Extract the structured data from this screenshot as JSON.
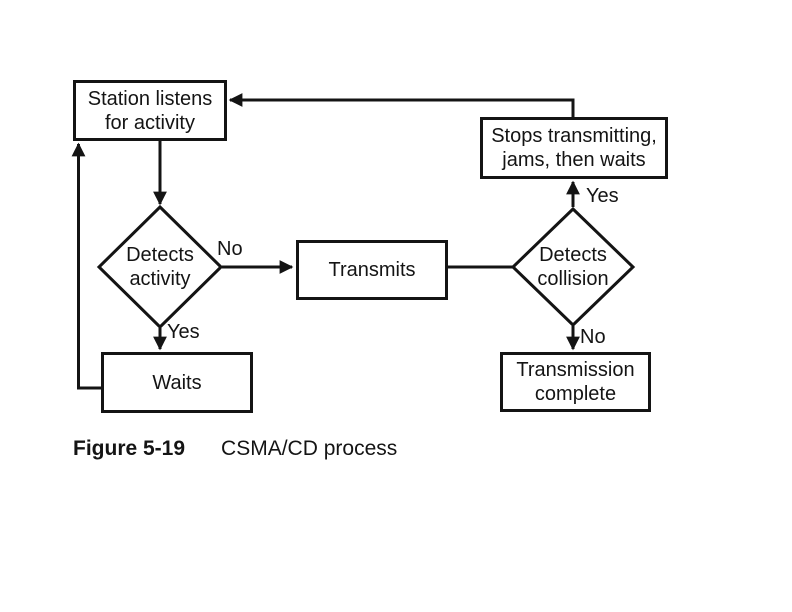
{
  "figure": {
    "caption_label": "Figure 5-19",
    "caption_title": "CSMA/CD process"
  },
  "nodes": {
    "station_listens": {
      "label": "Station listens\nfor activity"
    },
    "detects_activity": {
      "label": "Detects\nactivity"
    },
    "transmits": {
      "label": "Transmits"
    },
    "detects_collision": {
      "label": "Detects\ncollision"
    },
    "stops_transmitting": {
      "label": "Stops transmitting,\njams, then waits"
    },
    "waits": {
      "label": "Waits"
    },
    "transmission_complete": {
      "label": "Transmission\ncomplete"
    }
  },
  "edge_labels": {
    "no_activity": "No",
    "yes_activity": "Yes",
    "yes_collision": "Yes",
    "no_collision": "No"
  },
  "colors": {
    "line": "#141414",
    "background": "#ffffff",
    "text": "#141414"
  }
}
